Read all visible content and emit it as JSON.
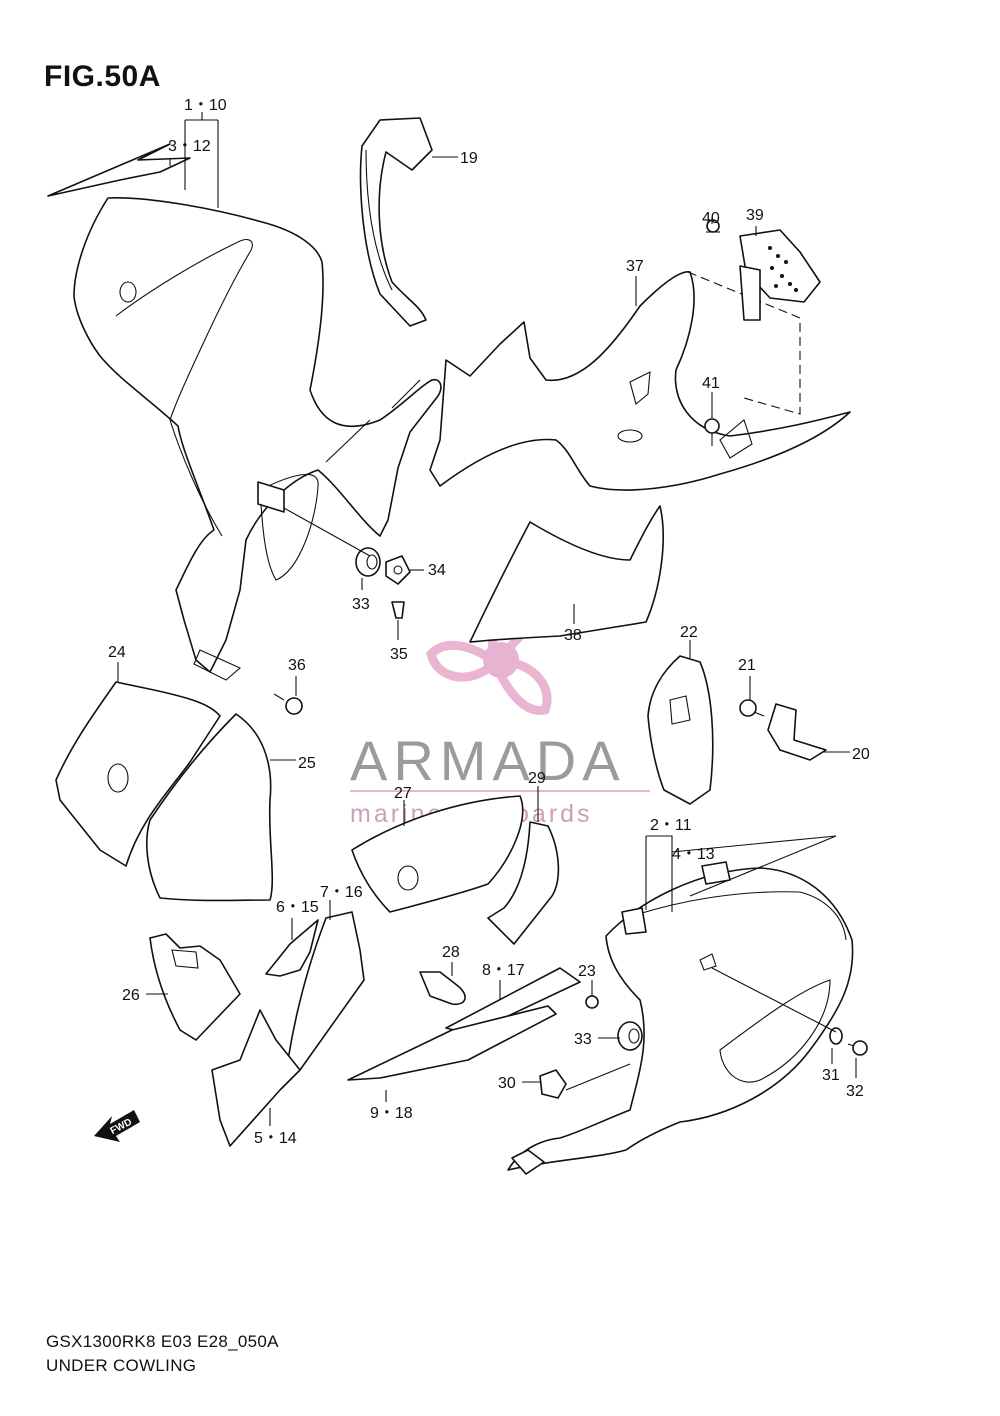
{
  "figure": {
    "title": "FIG.50A"
  },
  "footer": {
    "model_code": "GSX1300RK8 E03 E28_050A",
    "section_name": "UNDER COWLING"
  },
  "watermark": {
    "brand": "ARMADA",
    "tagline": "marine outboards",
    "logo_icon": "propeller-icon",
    "accent_color": "#e3a6c8"
  },
  "fwd_marker": {
    "label": "FWD",
    "icon": "arrow-left-icon"
  },
  "callouts": [
    "1・10",
    "3・12",
    "19",
    "40",
    "39",
    "37",
    "41",
    "34",
    "33",
    "35",
    "38",
    "36",
    "22",
    "21",
    "20",
    "24",
    "25",
    "29",
    "27",
    "2・11",
    "4・13",
    "6・15",
    "7・16",
    "26",
    "28",
    "8・17",
    "23",
    "33",
    "31",
    "32",
    "30",
    "9・18",
    "5・14"
  ]
}
